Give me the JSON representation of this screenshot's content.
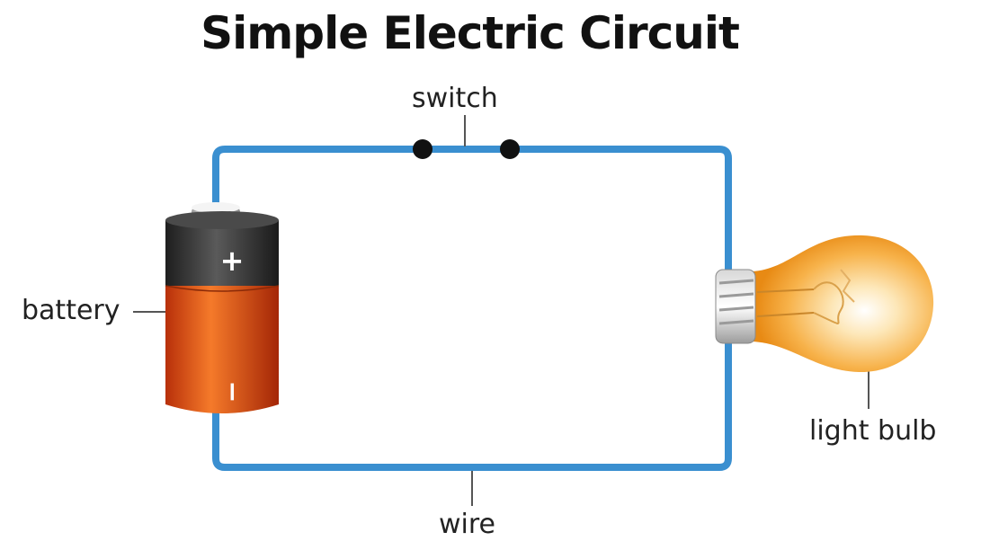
{
  "diagram": {
    "title": "Simple Electric Circuit",
    "labels": {
      "switch": "switch",
      "battery": "battery",
      "light_bulb": "light bulb",
      "wire": "wire"
    },
    "battery_terminals": {
      "positive": "+",
      "negative": "−"
    },
    "colors": {
      "wire": "#3a8fd0",
      "battery_top": "#3a3a3a",
      "battery_body": "#e8561a",
      "bulb_glow": "#f5a623",
      "switch_dot": "#111111"
    }
  }
}
